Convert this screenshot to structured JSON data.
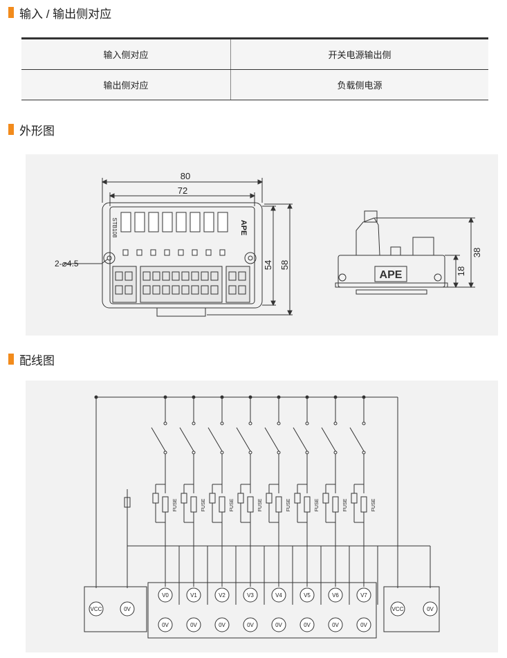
{
  "sections": {
    "io_title": "输入 / 输出侧对应",
    "outline_title": "外形图",
    "wiring_title": "配线图"
  },
  "io_table": {
    "rows": [
      {
        "side": "输入侧对应",
        "value": "开关电源输出侧"
      },
      {
        "side": "输出侧对应",
        "value": "负载侧电源"
      }
    ]
  },
  "outline": {
    "dim_80": "80",
    "dim_72": "72",
    "dim_54": "54",
    "dim_58": "58",
    "dim_38": "38",
    "dim_18": "18",
    "hole_label": "2-⌀4.5",
    "model": "STB108",
    "brand": "APE"
  },
  "wiring": {
    "vcc": "VCC",
    "zero_v": "0V",
    "fuse": "FUSE",
    "channels": [
      "V0",
      "V1",
      "V2",
      "V3",
      "V4",
      "V5",
      "V6",
      "V7"
    ]
  },
  "colors": {
    "accent": "#f28b1c",
    "panel_bg": "#f2f2f2"
  }
}
